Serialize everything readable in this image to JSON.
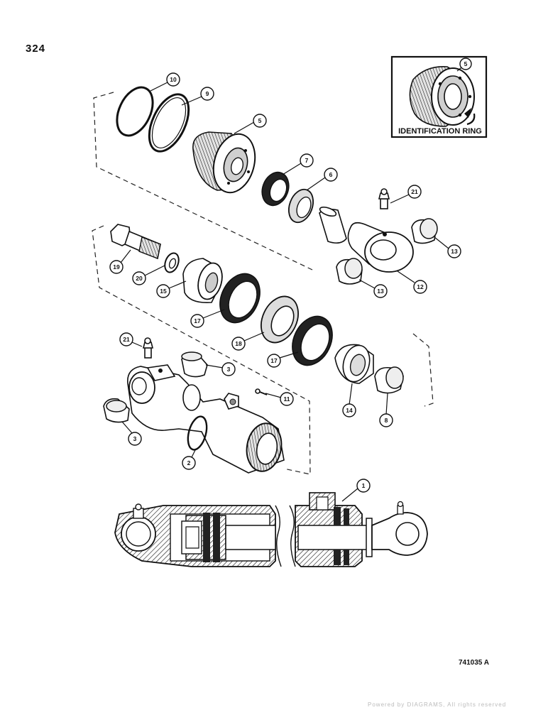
{
  "page": {
    "number": "324",
    "figure_code": "741035 A",
    "footer_faint": "Powered by DIAGRAMS, All rights reserved"
  },
  "inset": {
    "label": "IDENTIFICATION RING",
    "callout": "5"
  },
  "callouts": [
    "10",
    "9",
    "5",
    "7",
    "6",
    "21",
    "13",
    "12",
    "13",
    "19",
    "20",
    "15",
    "17",
    "18",
    "17",
    "14",
    "8",
    "21",
    "3",
    "11",
    "3",
    "2",
    "1"
  ]
}
